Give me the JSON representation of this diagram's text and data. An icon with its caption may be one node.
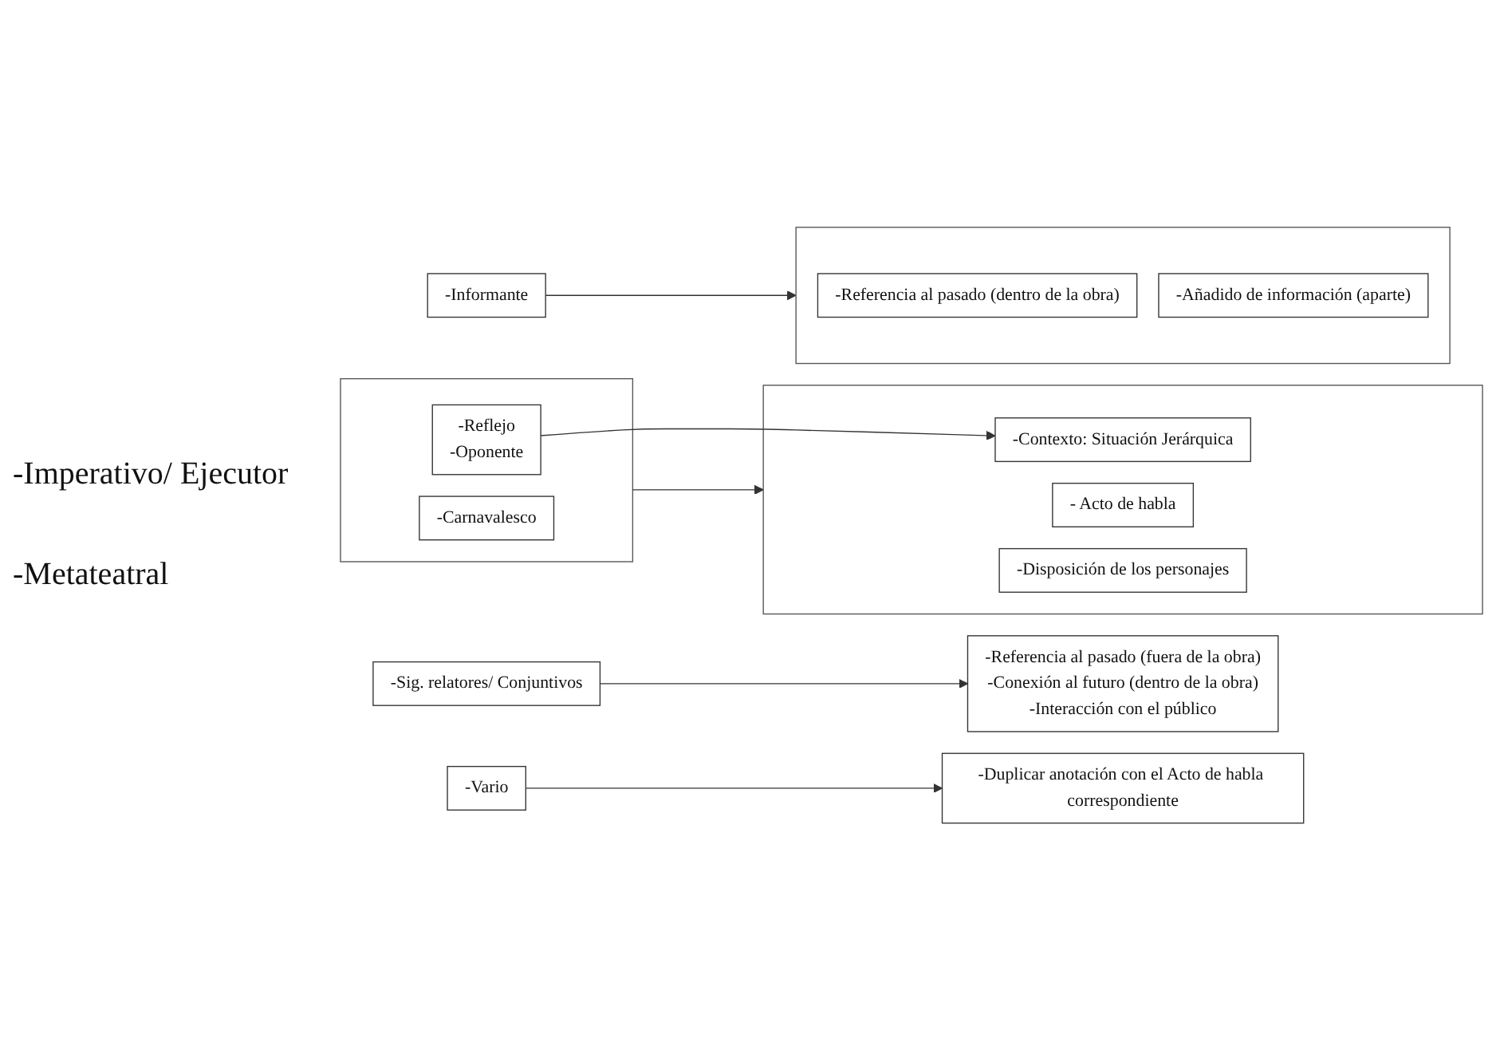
{
  "diagram": {
    "nodes": [
      {
        "text": [],
        "shape": "bracket"
      },
      {
        "text": [
          "-Reflejo",
          "-Oponente"
        ],
        "in": 0
      },
      {
        "text": [
          "-Carnavalesco"
        ],
        "in": 0
      },
      {
        "text": [],
        "shape": "bracket"
      },
      {
        "text": [
          "-Contexto: Situación Jerárquica"
        ],
        "in": 3
      },
      {
        "text": [
          "- Acto de habla"
        ],
        "in": 3
      },
      {
        "text": [
          "-Disposición de los personajes"
        ],
        "in": 3
      },
      {
        "text": [
          "-Sig. relatores/ Conjuntivos"
        ]
      },
      {
        "text": [
          "-Referencia al pasado (fuera de la obra)",
          "-Conexión al futuro (dentro de la obra)",
          "-Interacción con el público"
        ]
      },
      {
        "text": [
          "-Informante"
        ]
      },
      {
        "text": [],
        "shape": "bracket"
      },
      {
        "text": [
          "-Referencia al pasado (dentro de la obra)"
        ],
        "in": 10
      },
      {
        "text": [
          "-Añadido de información (aparte)"
        ],
        "in": 10
      },
      {
        "text": [
          "-Vario"
        ]
      },
      {
        "text": [
          "-Duplicar anotación con el Acto de habla correspondiente"
        ]
      }
    ],
    "edges": [
      {
        "from": 1,
        "to": 4,
        "arrow": "to"
      },
      {
        "from": 0,
        "to": 3,
        "arrow": "to"
      },
      {
        "from": 7,
        "to": 8,
        "arrow": "to"
      },
      {
        "from": 9,
        "to": 10,
        "arrow": "to"
      },
      {
        "from": 13,
        "to": 14,
        "arrow": "to"
      }
    ],
    "labels": [
      "-Imperativo/ Ejecutor",
      "-Metateatral"
    ]
  }
}
